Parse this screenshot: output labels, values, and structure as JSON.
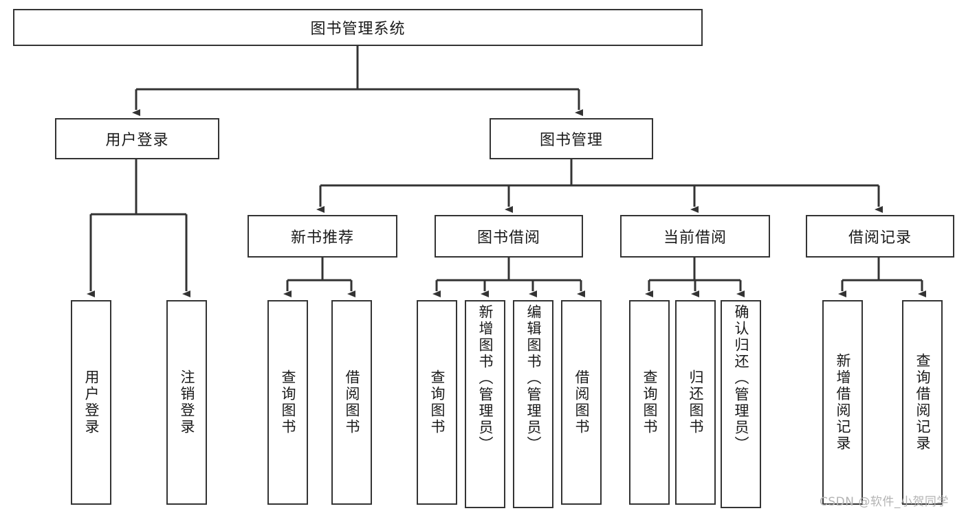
{
  "diagram": {
    "title": "图书管理系统",
    "type": "tree-hierarchy-diagram",
    "colors": {
      "border": "#333333",
      "background": "#ffffff",
      "text": "#1a1a1a",
      "watermark": "#b3b3b3"
    },
    "root": {
      "label": "图书管理系统"
    },
    "level2": [
      {
        "label": "用户登录"
      },
      {
        "label": "图书管理"
      }
    ],
    "level3": [
      {
        "label": "新书推荐"
      },
      {
        "label": "图书借阅"
      },
      {
        "label": "当前借阅"
      },
      {
        "label": "借阅记录"
      }
    ],
    "leaves": {
      "user_login": [
        {
          "label": "用户登录"
        },
        {
          "label": "注销登录"
        }
      ],
      "new_book_recommend": [
        {
          "label": "查询图书"
        },
        {
          "label": "借阅图书"
        }
      ],
      "book_borrow": [
        {
          "label": "查询图书"
        },
        {
          "label": "新增图书（管理员）"
        },
        {
          "label": "编辑图书（管理员）"
        },
        {
          "label": "借阅图书"
        }
      ],
      "current_borrow": [
        {
          "label": "查询图书"
        },
        {
          "label": "归还图书"
        },
        {
          "label": "确认归还（管理员）"
        }
      ],
      "borrow_record": [
        {
          "label": "新增借阅记录"
        },
        {
          "label": "查询借阅记录"
        }
      ]
    },
    "watermark": "CSDN @软件_小贺同学"
  }
}
